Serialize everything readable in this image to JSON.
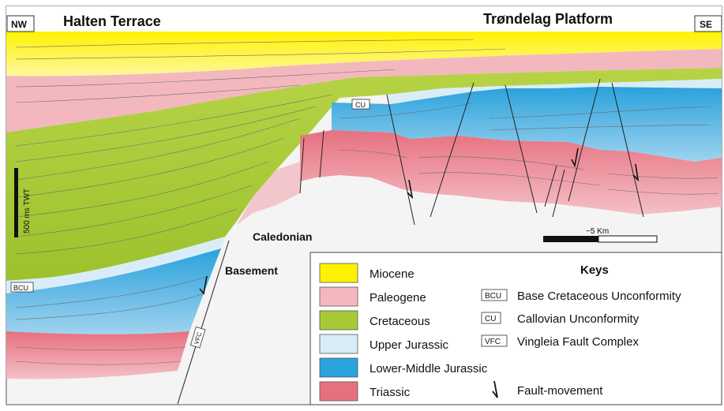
{
  "header": {
    "left_title": "Halten Terrace",
    "right_title": "Trøndelag Platform",
    "nw": "NW",
    "se": "SE"
  },
  "labels": {
    "caledonian": "Caledonian",
    "basement": "Basement",
    "cu_tag": "CU",
    "bcu_tag": "BCU",
    "vfc_tag": "VFC"
  },
  "scale": {
    "vertical_label": "500 ms TWT",
    "horizontal_label": "~5 Km"
  },
  "legend": {
    "title": "Keys",
    "units": [
      {
        "label": "Miocene",
        "color": "#fff200"
      },
      {
        "label": "Paleogene",
        "color": "#f3b8bd"
      },
      {
        "label": "Cretaceous",
        "color": "#a8c935"
      },
      {
        "label": "Upper Jurassic",
        "color": "#d9edf9"
      },
      {
        "label": "Lower-Middle Jurassic",
        "color": "#2aa2dc"
      },
      {
        "label": "Triassic",
        "color": "#e7707f"
      }
    ],
    "keys": [
      {
        "tag": "BCU",
        "text": "Base Cretaceous Unconformity"
      },
      {
        "tag": "CU",
        "text": "Callovian Unconformity"
      },
      {
        "tag": "VFC",
        "text": "Vingleia Fault Complex"
      }
    ],
    "fault_movement": "Fault-movement"
  },
  "colors": {
    "miocene": "#fff200",
    "paleogene": "#f3b8bd",
    "cretaceous": "#a8c935",
    "upper_jurassic": "#d9edf9",
    "lower_middle_jurassic": "#2aa2dc",
    "triassic": "#e7707f",
    "basement": "#f4f4f4"
  }
}
